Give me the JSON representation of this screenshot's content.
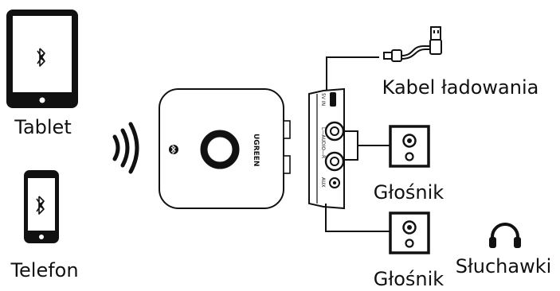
{
  "labels": {
    "tablet": "Tablet",
    "phone": "Telefon",
    "cable": "Kabel ładowania",
    "speaker_top": "Głośnik",
    "speaker_bottom": "Głośnik",
    "headphones": "Słuchawki"
  },
  "device": {
    "brand": "UGREEN",
    "port_dc": "5V IN",
    "port_rca": "L—AUDIO—R",
    "port_aux": "AUX"
  },
  "icons": {
    "bluetooth": "bluetooth-icon",
    "wireless": "wireless-waves-icon",
    "headphones": "headphones-icon",
    "speaker": "speaker-icon",
    "usb_cable": "usb-cable-icon"
  }
}
